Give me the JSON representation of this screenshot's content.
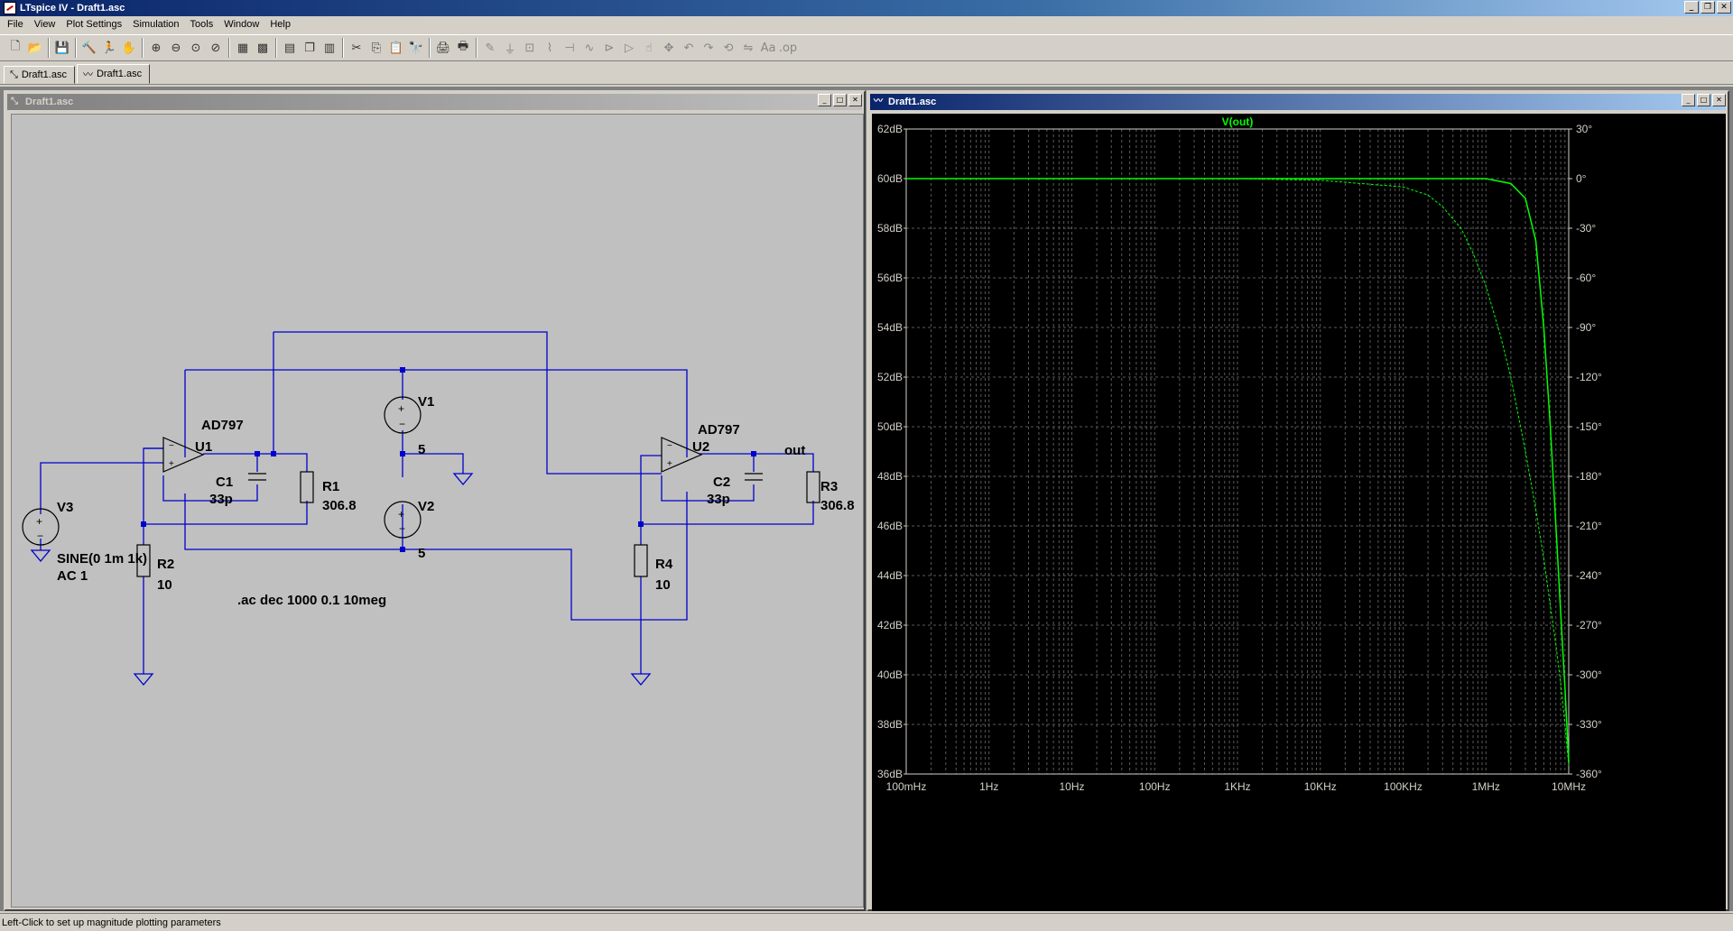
{
  "window": {
    "title": "LTspice IV - Draft1.asc"
  },
  "menu": [
    "File",
    "View",
    "Plot Settings",
    "Simulation",
    "Tools",
    "Window",
    "Help"
  ],
  "toolbar_icons": [
    "new-schematic-icon",
    "open-icon",
    "save-icon",
    "control-panel-icon",
    "run-icon",
    "halt-icon",
    "zoom-in-icon",
    "zoom-out-icon",
    "zoom-fit-icon",
    "zoom-cancel-icon",
    "autorange-icon",
    "grid-icon",
    "tile-horizontal-icon",
    "cascade-icon",
    "tile-vertical-icon",
    "cut-icon",
    "copy-icon",
    "paste-icon",
    "find-icon",
    "print-preview-icon",
    "print-icon",
    "wire-icon",
    "ground-icon",
    "label-icon",
    "resistor-icon",
    "capacitor-icon",
    "inductor-icon",
    "diode-icon",
    "component-icon",
    "move-icon",
    "drag-icon",
    "undo-icon",
    "redo-icon",
    "rotate-icon",
    "mirror-icon",
    "text-icon",
    "spice-directive-icon"
  ],
  "tabs": [
    {
      "label": "Draft1.asc",
      "icon": "schematic-tab-icon"
    },
    {
      "label": "Draft1.asc",
      "icon": "waveform-tab-icon"
    }
  ],
  "schematic_window": {
    "title": "Draft1.asc"
  },
  "plot_window": {
    "title": "Draft1.asc"
  },
  "schematic": {
    "U1_part": "AD797",
    "U1_name": "U1",
    "U2_part": "AD797",
    "U2_name": "U2",
    "C1_name": "C1",
    "C1_value": "33p",
    "C2_name": "C2",
    "C2_value": "33p",
    "R1_name": "R1",
    "R1_value": "306.8",
    "R2_name": "R2",
    "R2_value": "10",
    "R3_name": "R3",
    "R3_value": "306.8",
    "R4_name": "R4",
    "R4_value": "10",
    "V1_name": "V1",
    "V1_value": "5",
    "V2_name": "V2",
    "V2_value": "5",
    "V3_name": "V3",
    "V3_value1": "SINE(0 1m 1k)",
    "V3_value2": "AC 1",
    "net_out": "out",
    "directive": ".ac dec 1000 0.1 10meg"
  },
  "chart_data": {
    "type": "line",
    "title": "V(out)",
    "x_scale": "log",
    "xlim": [
      0.1,
      10000000
    ],
    "x_ticks": [
      "100mHz",
      "1Hz",
      "10Hz",
      "100Hz",
      "1KHz",
      "10KHz",
      "100KHz",
      "1MHz",
      "10MHz"
    ],
    "ylim_left": [
      36,
      62
    ],
    "y_ticks_left": [
      "62dB",
      "60dB",
      "58dB",
      "56dB",
      "54dB",
      "52dB",
      "50dB",
      "48dB",
      "46dB",
      "44dB",
      "42dB",
      "40dB",
      "38dB",
      "36dB"
    ],
    "ylim_right": [
      -360,
      30
    ],
    "y_ticks_right": [
      "30°",
      "0°",
      "-30°",
      "-60°",
      "-90°",
      "-120°",
      "-150°",
      "-180°",
      "-210°",
      "-240°",
      "-270°",
      "-300°",
      "-330°",
      "-360°"
    ],
    "grid": true,
    "series": [
      {
        "name": "V(out)",
        "kind": "magnitude_dB",
        "color": "#00ff00",
        "x": [
          0.1,
          1,
          10,
          100,
          1000,
          10000,
          100000,
          500000,
          1000000,
          2000000,
          3000000,
          4000000,
          5000000,
          6000000,
          7000000,
          8000000,
          9000000,
          10000000
        ],
        "y": [
          60,
          60,
          60,
          60,
          60,
          60,
          60,
          60,
          60,
          59.8,
          59.2,
          57.5,
          54.0,
          50.0,
          46.0,
          42.5,
          39.5,
          36.5
        ]
      },
      {
        "name": "V(out)",
        "kind": "phase_deg",
        "color": "#00ff00",
        "x": [
          0.1,
          1,
          10,
          100,
          1000,
          10000,
          100000,
          200000,
          300000,
          500000,
          700000,
          1000000,
          1500000,
          2000000,
          3000000,
          4000000,
          5000000,
          6000000,
          7000000,
          8000000,
          9000000,
          10000000
        ],
        "y": [
          0,
          0,
          0,
          0,
          0,
          -1,
          -5,
          -10,
          -17,
          -30,
          -45,
          -65,
          -95,
          -120,
          -165,
          -200,
          -230,
          -258,
          -282,
          -305,
          -330,
          -355
        ]
      }
    ]
  },
  "status": {
    "text": "Left-Click to set up magnitude plotting parameters"
  },
  "colors": {
    "wire": "#0000cc",
    "trace": "#00ff00",
    "grid": "#5a5a5a",
    "schematic_bg": "#c0c0c0",
    "plot_bg": "#000000"
  }
}
